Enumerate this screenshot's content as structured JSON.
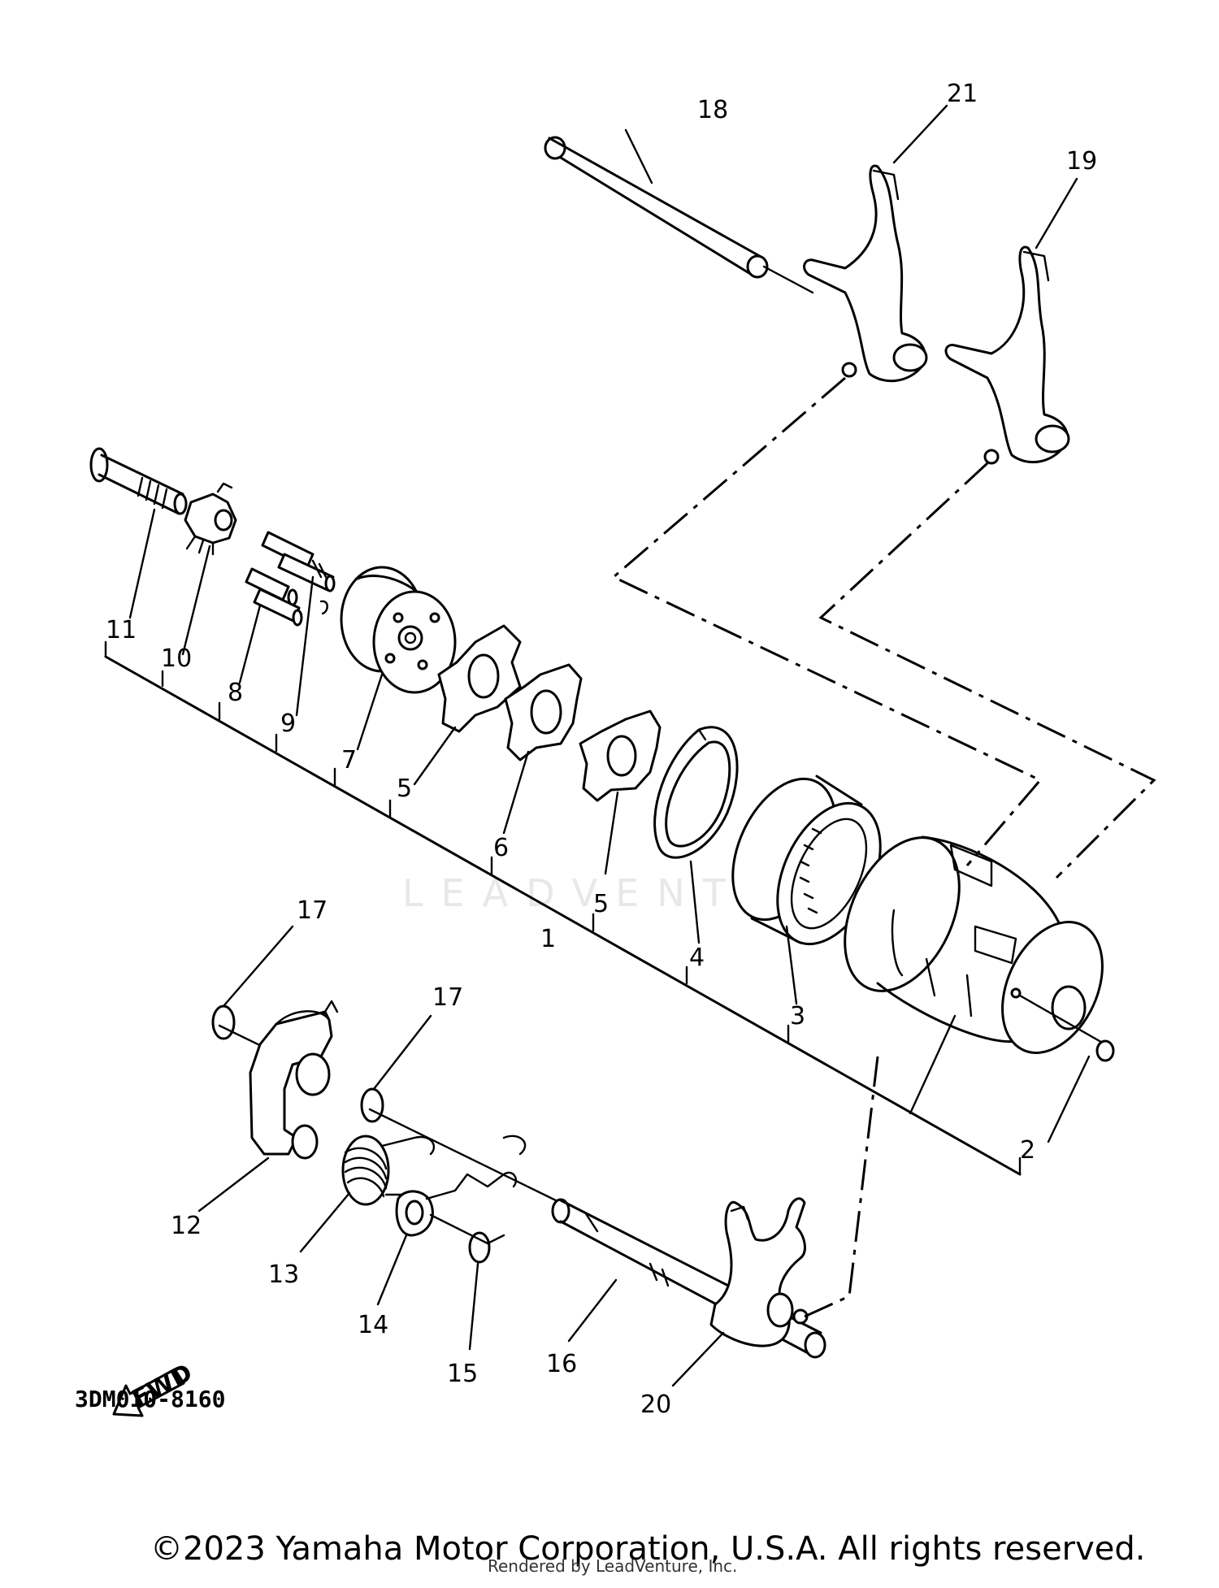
{
  "callouts": {
    "c1": "1",
    "c2": "2",
    "c3": "3",
    "c4": "4",
    "c5a": "5",
    "c5b": "5",
    "c6": "6",
    "c7": "7",
    "c8": "8",
    "c9": "9",
    "c10": "10",
    "c11": "11",
    "c12": "12",
    "c13": "13",
    "c14": "14",
    "c15": "15",
    "c16": "16",
    "c17a": "17",
    "c17b": "17",
    "c18": "18",
    "c19": "19",
    "c20": "20",
    "c21": "21"
  },
  "fwd_label": "FWD",
  "drawing_code": "3DM010-8160",
  "watermark": "LEADVENTURE",
  "copyright": "©2023 Yamaha Motor Corporation, U.S.A. All rights reserved.",
  "rendered_by": "Rendered by LeadVenture, Inc."
}
